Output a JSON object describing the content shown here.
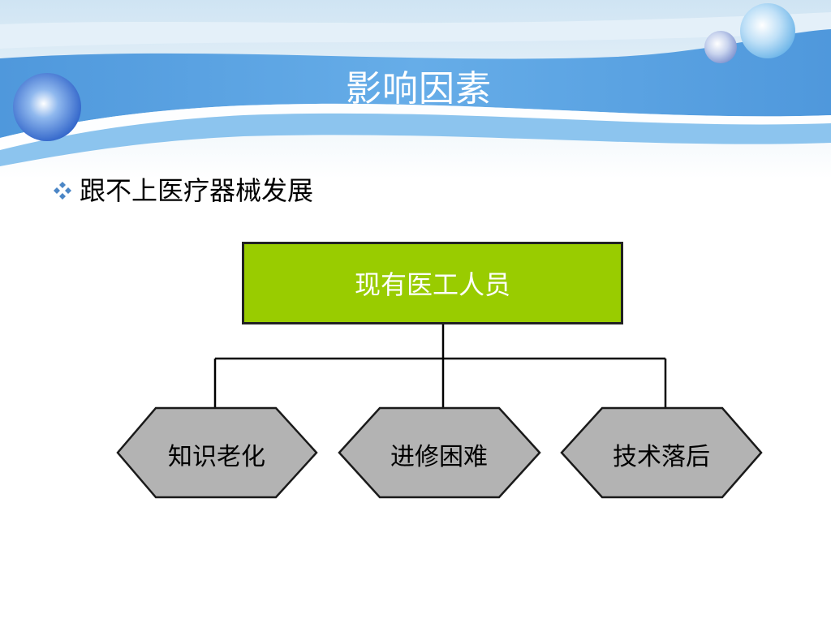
{
  "slide": {
    "title": "影响因素",
    "bullet": {
      "icon": "diamond-cluster-icon",
      "text": "跟不上医疗器械发展"
    }
  },
  "diagram": {
    "root": {
      "label": "现有医工人员",
      "color": "#99cc00"
    },
    "children": [
      {
        "label": "知识老化"
      },
      {
        "label": "进修困难"
      },
      {
        "label": "技术落后"
      }
    ],
    "child_color": "#b3b3b3"
  },
  "theme": {
    "banner_blue": "#5aa6e6",
    "title_color": "#ffffff",
    "bullet_color": "#4b86c6"
  }
}
